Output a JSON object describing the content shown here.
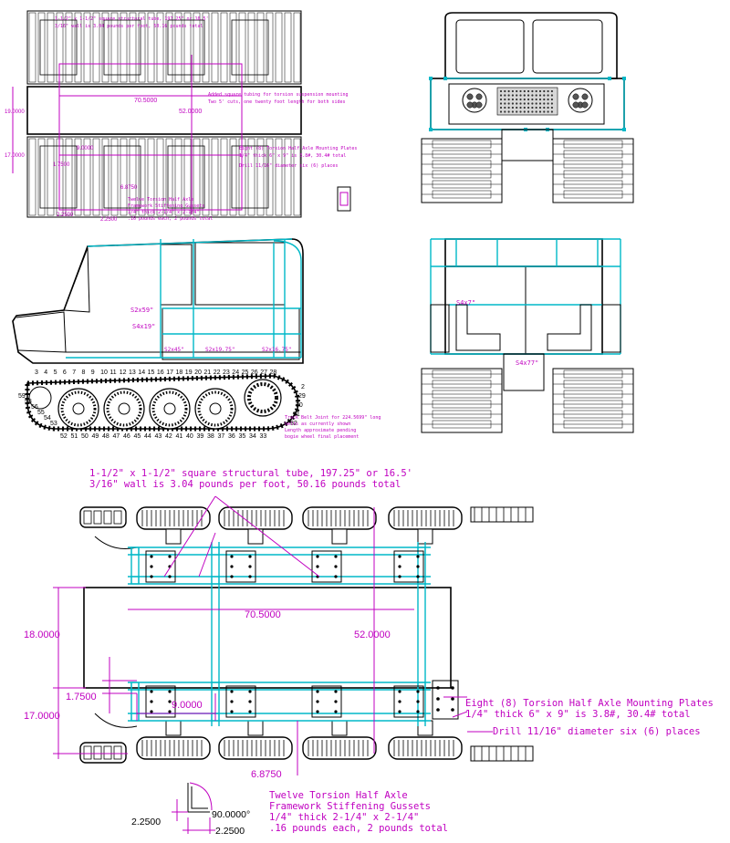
{
  "colors": {
    "annotation": "#c000c0",
    "structure": "#00b8c8",
    "lines": "#000000"
  },
  "top_plan": {
    "texts": [
      "1-1/2\" x 1-1/2\" square structural tube, 197.25\" or 16.5'",
      "3/16\" wall is 3.04 pounds per foot, 50.16 pounds total",
      "Added square tubing for torsion suspension mounting",
      "Two 5' cuts, one twenty foot length for both sides",
      "Eight (8) Torsion Half Axle Mounting Plates",
      "1/4\" thick 6\" x 9\" is 3.8#, 30.4# total",
      "Drill 11/16\" diameter six (6) places",
      "Twelve Torsion Half Axle",
      "Framework Stiffening Gussets",
      "1/4\" thick 2-1/4\" x 2-1/4\"",
      ".16 pounds each, 2 pounds total"
    ],
    "dims": [
      "70.5000",
      "52.0000",
      "19.0000",
      "17.0000",
      "1.7500",
      "9.0000",
      "6.8750",
      "2.2500",
      "2.2500"
    ]
  },
  "side_view": {
    "labels": [
      "S2x59\"",
      "S4x19\"",
      "S2x45\"",
      "S2x19.75\"",
      "S2x16.75\"",
      "Track Belt Joint for 224.5699\" long",
      "belts as currently shown",
      "Length approximate pending",
      "bogie wheel final placement"
    ],
    "upper_links": [
      "3",
      "4",
      "5",
      "6",
      "7",
      "8",
      "9",
      "10",
      "11",
      "12",
      "13",
      "14",
      "15",
      "16",
      "17",
      "18",
      "19",
      "20",
      "21",
      "22",
      "23",
      "24",
      "25",
      "26",
      "27",
      "28"
    ],
    "lower_links": [
      "59",
      "58",
      "56",
      "55",
      "54",
      "53",
      "52",
      "51",
      "50",
      "49",
      "48",
      "47",
      "46",
      "45",
      "44",
      "43",
      "42",
      "41",
      "40",
      "39",
      "38",
      "37",
      "36",
      "35",
      "34",
      "33",
      "32",
      "31",
      "30",
      "29",
      "2"
    ]
  },
  "rear_view": {
    "labels": [
      "S4x7\"",
      "S4x77\""
    ]
  },
  "main_plan": {
    "note1_line1": "1-1/2\" x 1-1/2\" square structural tube, 197.25\" or 16.5'",
    "note1_line2": "3/16\" wall is 3.04 pounds per foot, 50.16 pounds total",
    "dim_length": "70.5000",
    "dim_width": "52.0000",
    "dim_18": "18.0000",
    "dim_17": "17.0000",
    "dim_175": "1.7500",
    "dim_9": "9.0000",
    "dim_6875": "6.8750",
    "plate_line1": "Eight (8) Torsion Half Axle Mounting Plates",
    "plate_line2": "1/4\" thick 6\" x 9\" is 3.8#, 30.4# total",
    "drill": "Drill 11/16\" diameter six (6) places",
    "gusset_line1": "Twelve Torsion Half Axle",
    "gusset_line2": "Framework Stiffening Gussets",
    "gusset_line3": "1/4\" thick 2-1/4\" x 2-1/4\"",
    "gusset_line4": ".16 pounds each, 2 pounds total",
    "dim_angle": "90.0000°",
    "dim_225a": "2.2500",
    "dim_225b": "2.2500"
  }
}
